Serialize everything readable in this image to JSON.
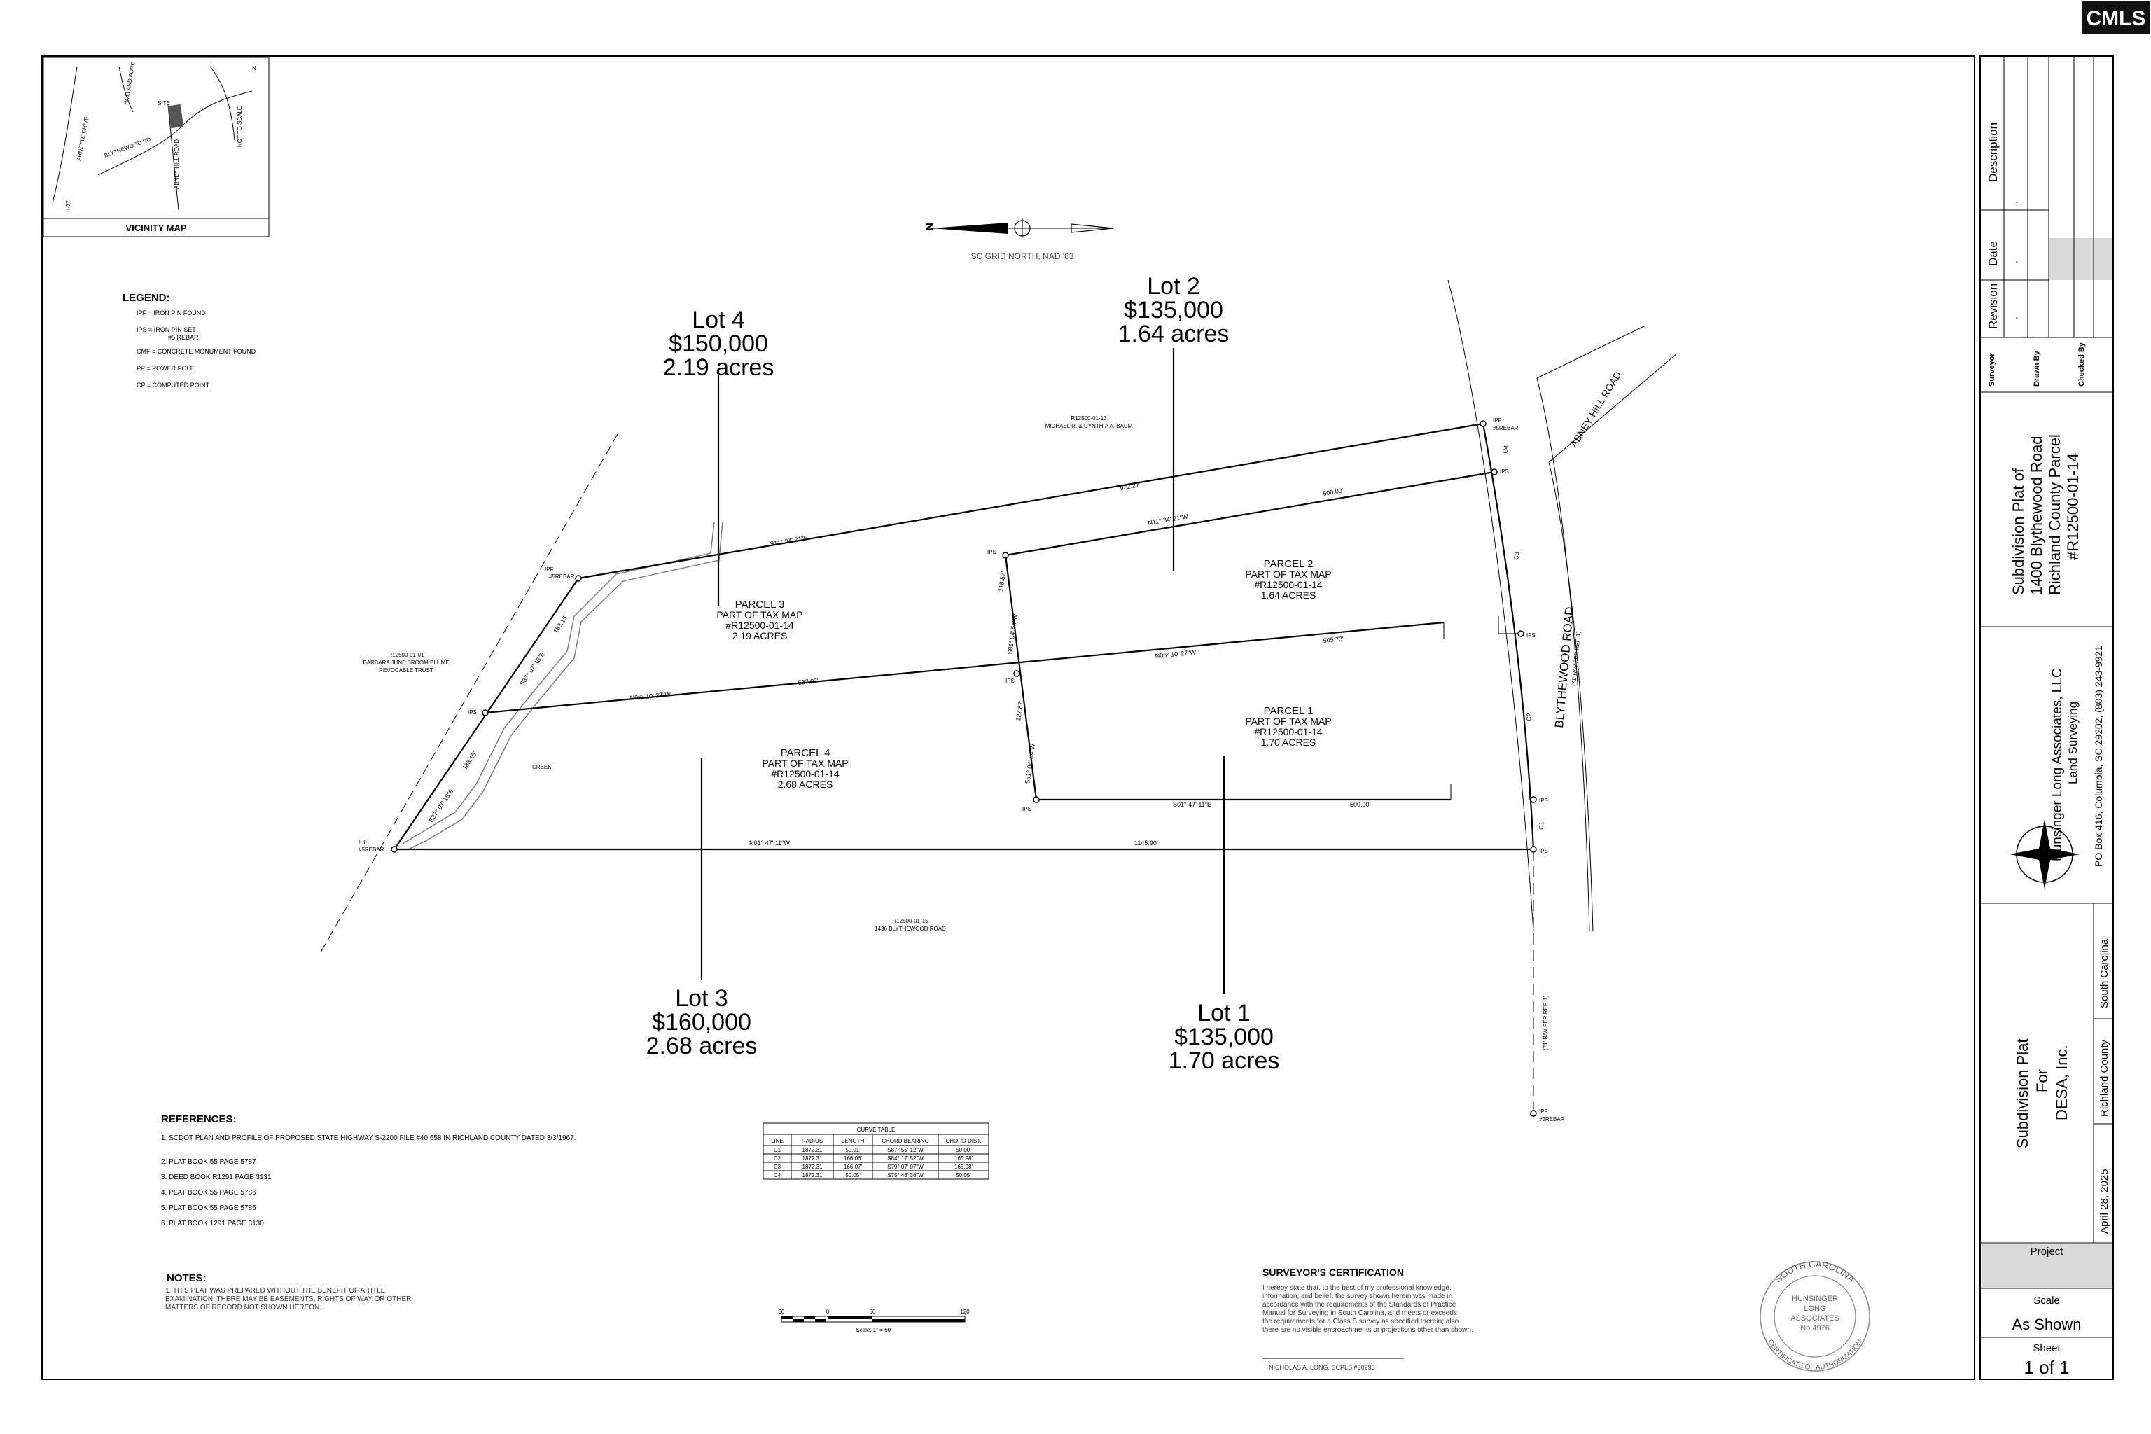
{
  "corner_logo": "CMLS",
  "vicinity_map": {
    "title": "VICINITY MAP",
    "not_to_scale": "NOT TO SCALE",
    "site": "SITE",
    "roads": [
      "BLYTHEWOOD RD",
      "ABNEY HILL ROAD",
      "HOLLAND FORD",
      "ARNETTE DRIVE",
      "I-77"
    ]
  },
  "north_arrow": {
    "letter": "N",
    "caption": "SC GRID NORTH, NAD '83"
  },
  "legend": {
    "title": "LEGEND:",
    "items": [
      "IPF = IRON PIN FOUND",
      "IPS = IRON PIN SET",
      "#5 REBAR",
      "CMF = CONCRETE MONUMENT FOUND",
      "PP = POWER POLE",
      "CP = COMPUTED POINT"
    ]
  },
  "lot_labels": [
    {
      "lot": "Lot 4",
      "price": "$150,000",
      "acres": "2.19 acres"
    },
    {
      "lot": "Lot 2",
      "price": "$135,000",
      "acres": "1.64 acres"
    },
    {
      "lot": "Lot 3",
      "price": "$160,000",
      "acres": "2.68 acres"
    },
    {
      "lot": "Lot 1",
      "price": "$135,000",
      "acres": "1.70 acres"
    }
  ],
  "parcels": [
    {
      "name": "PARCEL 3",
      "l2": "PART OF TAX MAP",
      "l3": "#R12500-01-14",
      "l4": "2.19 ACRES"
    },
    {
      "name": "PARCEL 2",
      "l2": "PART OF TAX MAP",
      "l3": "#R12500-01-14",
      "l4": "1.64 ACRES"
    },
    {
      "name": "PARCEL 4",
      "l2": "PART OF TAX MAP",
      "l3": "#R12500-01-14",
      "l4": "2.68 ACRES"
    },
    {
      "name": "PARCEL 1",
      "l2": "PART OF TAX MAP",
      "l3": "#R12500-01-14",
      "l4": "1.70 ACRES"
    }
  ],
  "adjoiners": {
    "north_tax": "R12500-01-13",
    "north_owner": "MICHAEL R. & CYNTHIA A. BAUM",
    "west_tax": "R12500-01-01",
    "west_owner1": "BARBARA JUNE BROOM BLUME",
    "west_owner2": "REVOCABLE TRUST",
    "south_tax": "R12500-01-15",
    "south_owner": "1436 BLYTHEWOOD ROAD"
  },
  "bearings": {
    "n_line": "S11° 34' 21\"E",
    "n_dist": "922.27'",
    "p2_top": "N11° 34' 21\"W",
    "p2_top_dist": "500.00'",
    "mid_w": "N06° 10' 27\"W",
    "mid_w_dist": "537.07'",
    "mid_e": "N06° 10' 27\"W",
    "mid_e_dist": "505.73'",
    "p1_bottom": "S01° 47' 11\"E",
    "p1_bottom_dist": "500.00'",
    "s_line": "N01° 47' 11\"W",
    "s_dist": "1145.90'",
    "inner_up": "S81° 04' 54\"W",
    "inner_up_dist": "118.57'",
    "inner_dn": "S81° 04' 54\"W",
    "inner_dn_dist": "127.87'",
    "west_up": "S37° 07' 15\"E",
    "west_up_dist": "183.15'",
    "west_dn": "S37° 07' 15\"E",
    "west_dn_dist": "183.15'"
  },
  "points": {
    "ipf": "IPF",
    "ips": "IPS",
    "rebar": "#5REBAR",
    "creek": "CREEK"
  },
  "curve_labels": [
    "C1",
    "C2",
    "C3",
    "C4"
  ],
  "roads": {
    "abney": "ABNEY HILL ROAD",
    "blythewood": "BLYTHEWOOD ROAD",
    "row": "(71' R/W PER REF. 1)",
    "row2": "(71' R/W PER REF. 1)"
  },
  "references": {
    "title": "REFERENCES:",
    "items": [
      "1. SCDOT PLAN AND PROFILE OF PROPOSED STATE HIGHWAY S-2200 FILE #40.658 IN RICHLAND COUNTY DATED 3/3/1967.",
      "2. PLAT BOOK 55 PAGE 5787",
      "3. DEED BOOK R1291 PAGE 3131",
      "4. PLAT BOOK 55 PAGE 5786",
      "5. PLAT BOOK 55 PAGE 5785",
      "6. PLAT BOOK 1291 PAGE 3130"
    ]
  },
  "curve_table": {
    "title": "CURVE TABLE",
    "headers": [
      "LINE",
      "RADIUS",
      "LENGTH",
      "CHORD BEARING",
      "CHORD DIST."
    ],
    "rows": [
      [
        "C1",
        "1872.31",
        "50.01'",
        "S87° 55' 12\"W",
        "50.00'"
      ],
      [
        "C2",
        "1872.31",
        "166.06'",
        "S84° 17' 52\"W",
        "165.98'"
      ],
      [
        "C3",
        "1872.31",
        "166.07'",
        "S79° 07' 07\"W",
        "165.98'"
      ],
      [
        "C4",
        "1872.31",
        "50.05'",
        "S75° 48' 38\"W",
        "50.05'"
      ]
    ]
  },
  "notes": {
    "title": "NOTES:",
    "text": "1. THIS PLAT WAS PREPARED WITHOUT THE BENEFIT OF A TITLE EXAMINATION. THERE MAY BE EASEMENTS, RIGHTS OF WAY OR OTHER MATTERS OF RECORD NOT SHOWN HEREON."
  },
  "scale_bar": {
    "ticks": [
      "60",
      "0",
      "60",
      "120"
    ],
    "caption": "Scale: 1\" = 60'"
  },
  "certification": {
    "title": "SURVEYOR'S CERTIFICATION",
    "lines": [
      "I hereby state that, to the best of my professional knowledge,",
      "information, and belief, the survey shown herein was made in",
      "accordance with the requirements of the Standards of Practice",
      "Manual for Surveying in South Carolina, and meets or exceeds",
      "the requirements for a Class B survey as specified therein; also",
      "there are no visible encroachments or projections other than shown."
    ],
    "signature": "NICHOLAS A. LONG, SCPLS #30295"
  },
  "seal": {
    "top": "SOUTH CAROLINA",
    "bottom": "CERTIFICATE OF AUTHORIZATION",
    "l1": "HUNSINGER",
    "l2": "LONG",
    "l3": "ASSOCIATES",
    "l4": "No.4976"
  },
  "title_block": {
    "rev_headers": [
      "Revision",
      "Date",
      "Description"
    ],
    "rev_dot": ".",
    "roles": [
      "Surveyor",
      "Drawn By",
      "Checked By"
    ],
    "plat_title": [
      "Subdivision Plat of",
      "1400 Blythewood Road",
      "Richland County Parcel",
      "#R12500-01-14"
    ],
    "firm": [
      "Hunsinger Long Associates, LLC",
      "Land Surveying"
    ],
    "firm_address": "PO Box 416, Columbia, SC 29202, (803) 243-9921",
    "plat_for": [
      "Subdivision Plat",
      "For",
      "DESA, Inc."
    ],
    "county": "Richland County",
    "state": "South Carolina",
    "date": "April 28, 2025",
    "project_label": "Project",
    "scale_label": "Scale",
    "scale_value": "As Shown",
    "sheet_label": "Sheet",
    "sheet_value": "1 of 1"
  }
}
